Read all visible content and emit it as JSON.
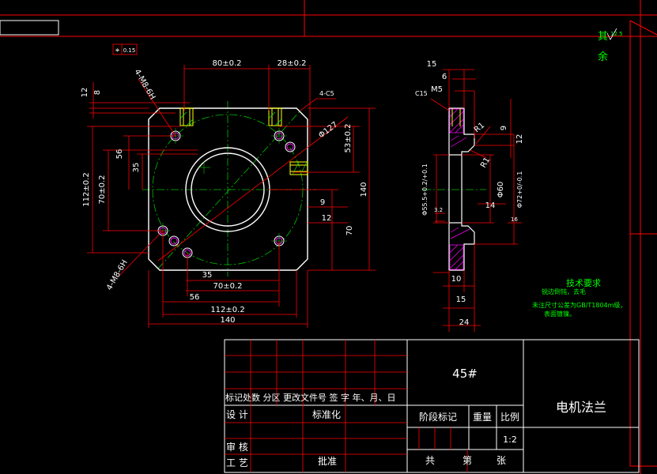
{
  "colors": {
    "background": "#000000",
    "outline": "#ffffff",
    "dimension": "#ff0000",
    "center": "#00c000",
    "thread": "#ffff00",
    "hatch": "#ff00ff",
    "note": "#00ff00",
    "title_text": "#ffffff"
  },
  "front_view": {
    "tolerance_symbol": "⌖",
    "tolerance_value": "0.15",
    "thread_top": "4-M8-6H",
    "thread_bottom": "4-M8-6H",
    "chamfer": "4-C5",
    "dim_80": "80±0.2",
    "dim_28": "28±0.2",
    "dim_12": "12",
    "dim_8": "8",
    "dim_56_left": "56",
    "dim_35_left": "35",
    "dim_112_v": "112±0.2",
    "dim_70_v": "70±0.2",
    "dim_phi127": "Φ127",
    "dim_53": "53±0.2",
    "dim_140_v": "140",
    "dim_9": "9",
    "dim_12_right": "12",
    "dim_70_right": "70",
    "dim_35_bottom": "35",
    "dim_70_bottom": "70±0.2",
    "dim_56_bottom": "56",
    "dim_112_bottom": "112±0.2",
    "dim_140_bottom": "140"
  },
  "side_view": {
    "dim_15_top": "15",
    "dim_6": "6",
    "chamfer": "C15",
    "thread": "M5",
    "r1_top": "R1",
    "r1_bottom": "R1",
    "dim_9": "9",
    "dim_12": "12",
    "dim_phi55": "Φ55.5+0.2/+0.1",
    "dim_phi60": "Φ60",
    "dim_phi72": "Φ72+0/-0.1",
    "dim_14": "14",
    "roughness_32": "3.2",
    "roughness_16": "16",
    "dim_10": "10",
    "dim_15_bottom": "15",
    "dim_24": "24"
  },
  "corner_note": {
    "qi": "其",
    "yu": "余",
    "roughness": "12.5"
  },
  "tech_requirements": {
    "title": "技术要求",
    "line1": "锐边倒钝，去毛",
    "line2": "未注尺寸公差为GB/T1804m级，",
    "line3": "表面镀镍。"
  },
  "title_block": {
    "material": "45#",
    "part_name": "电机法兰",
    "header_row": "标记处数  分区  更改文件号  签 字 年、月、日",
    "design": "设 计",
    "standardize": "标准化",
    "stage_mark": "阶段标记",
    "weight": "重量",
    "scale_label": "比例",
    "scale_value": "1:2",
    "review": "审 核",
    "process": "工 艺",
    "approve": "批准",
    "total": "共",
    "sheet_no": "第",
    "sheets": "张"
  }
}
